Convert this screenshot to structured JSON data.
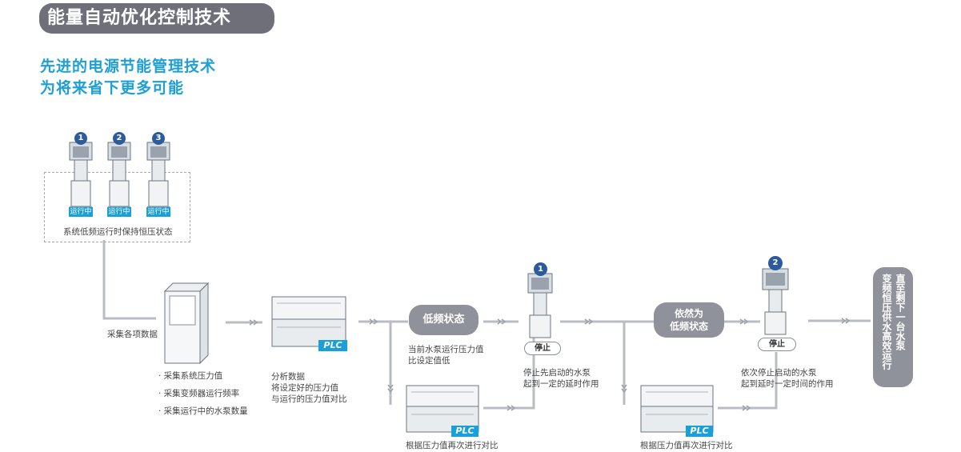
{
  "header": {
    "title": "能量自动优化控制技术",
    "subtitle_line1": "先进的电源节能管理技术",
    "subtitle_line2": "为将来省下更多可能"
  },
  "pump_group": {
    "pumps": [
      {
        "number": "1",
        "status": "运行中"
      },
      {
        "number": "2",
        "status": "运行中"
      },
      {
        "number": "3",
        "status": "运行中"
      }
    ],
    "caption": "系统低频运行时保持恒压状态"
  },
  "collect": {
    "label": "采集各项数据",
    "bullets": [
      "· 采集系统压力值",
      "· 采集变频器运行频率",
      "· 采集运行中的水泵数量"
    ]
  },
  "plc_main": {
    "badge": "PLC",
    "desc_line1": "分析数据",
    "desc_line2": "将设定好的压力值",
    "desc_line3": "与运行的压力值对比"
  },
  "low_freq": {
    "pill": "低频状态",
    "desc_line1": "当前水泵运行压力值",
    "desc_line2": "比设定值低"
  },
  "stop_pump_1": {
    "number": "1",
    "badge": "停止",
    "desc_line1": "停止先启动的水泵",
    "desc_line2": "起到一定的延时作用"
  },
  "still_low": {
    "pill_line1": "依然为",
    "pill_line2": "低频状态"
  },
  "stop_pump_2": {
    "number": "2",
    "badge": "停止",
    "desc_line1": "依次停止启动的水泵",
    "desc_line2": "起到延时一定时间的作用"
  },
  "plc_compare_1": {
    "badge": "PLC",
    "caption": "根据压力值再次进行对比"
  },
  "plc_compare_2": {
    "badge": "PLC",
    "caption": "根据压力值再次进行对比"
  },
  "final": {
    "col1": "直至剩下一台水泵",
    "col2": "变频恒压供水高效运行"
  },
  "colors": {
    "accent": "#1aa0d9",
    "pill_gray": "#8f929a",
    "title_gray": "#6f6f7a",
    "line_gray": "#b5b9bf"
  }
}
